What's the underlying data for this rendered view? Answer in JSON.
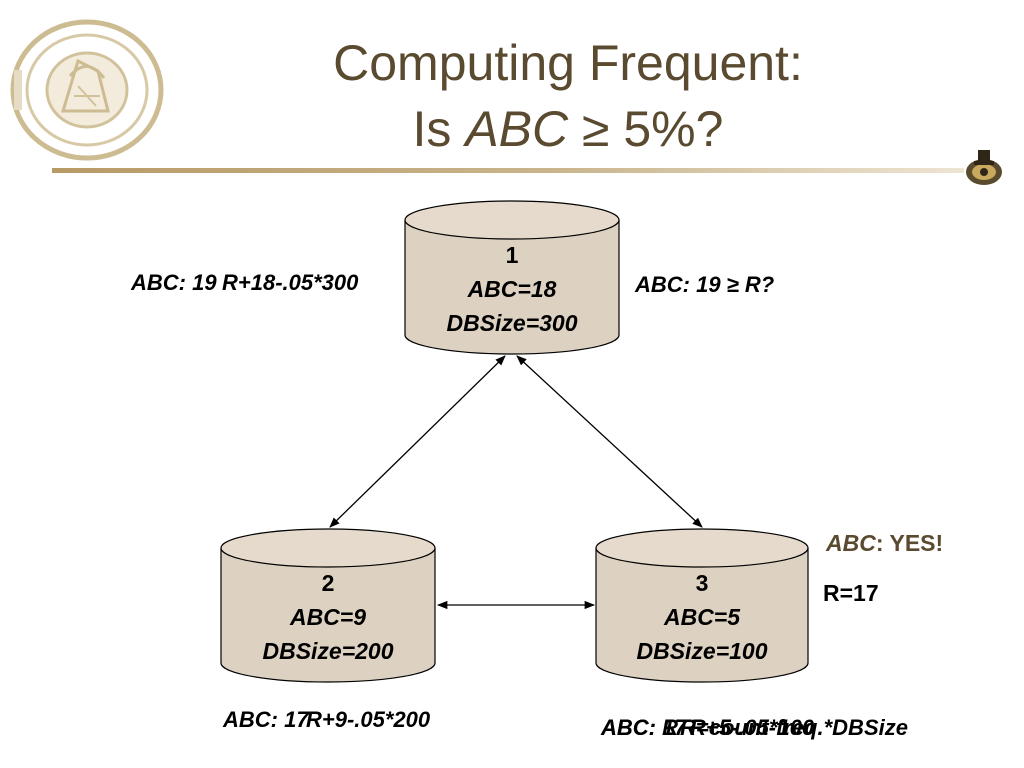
{
  "title": {
    "line1": "Computing Frequent:",
    "line2_prefix": "Is ",
    "line2_italic": "ABC",
    "line2_suffix": " ≥ 5%?"
  },
  "databases": [
    {
      "id": "1",
      "abc": "ABC=18",
      "size": "DBSize=300"
    },
    {
      "id": "2",
      "abc": "ABC=9",
      "size": "DBSize=200"
    },
    {
      "id": "3",
      "abc": "ABC=5",
      "size": "DBSize=100"
    }
  ],
  "labels": {
    "site1_left_a": "ABC: 19",
    "site1_left_b": "R+18-.05*300",
    "site1_right": "ABC: 19 ≥ R?",
    "site2_a": "ABC: 17",
    "site2_b": "R+9-.05*200",
    "site3_a": "ABC: R",
    "site3_b": "R=count-freq.*DBSize",
    "site3_c": "ABC: 17",
    "site3_d": "R+5-.05*100"
  },
  "result": {
    "yes_italic": "ABC",
    "yes_rest": ": YES!",
    "r_value": "R=17"
  }
}
